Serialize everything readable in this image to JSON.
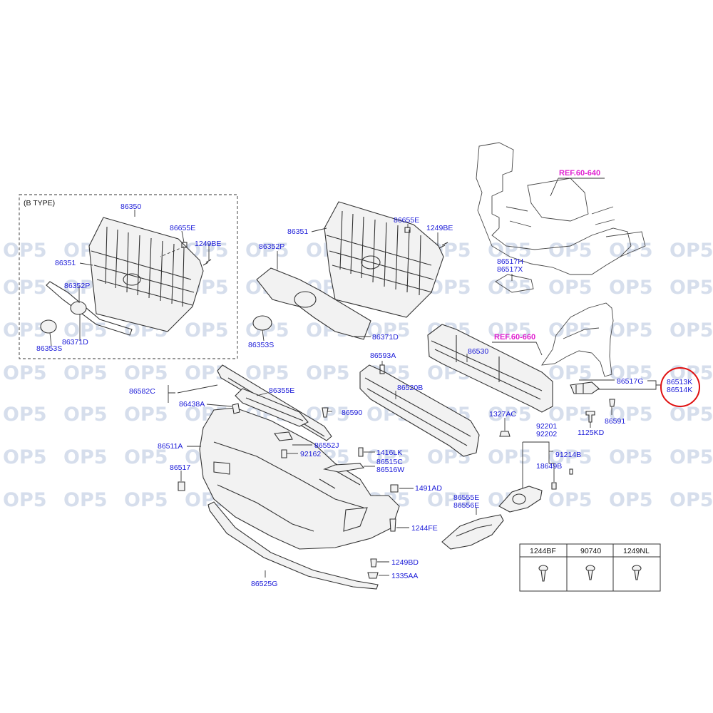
{
  "watermark": {
    "text": "OP5"
  },
  "b_type": {
    "title": "(B TYPE)",
    "labels": {
      "p86350": "86350",
      "p86655E": "86655E",
      "p1249BE": "1249BE",
      "p86351": "86351",
      "p86352P": "86352P",
      "p86371D": "86371D",
      "p86353S": "86353S"
    }
  },
  "labels": {
    "p86351": "86351",
    "p86655E": "86655E",
    "p1249BE": "1249BE",
    "p86352P": "86352P",
    "p86371D": "86371D",
    "p86353S": "86353S",
    "p86517H": "86517H",
    "p86517X": "86517X",
    "p86530": "86530",
    "p86593A": "86593A",
    "p86520B": "86520B",
    "p86582C": "86582C",
    "p86355E": "86355E",
    "p86438A": "86438A",
    "p86590": "86590",
    "p86511A": "86511A",
    "p86552J": "86552J",
    "p92162": "92162",
    "p1416LK": "1416LK",
    "p86515C": "86515C",
    "p86516W": "86516W",
    "p86517": "86517",
    "p1491AD": "1491AD",
    "p86555E": "86555E",
    "p86556E": "86556E",
    "p1244FE": "1244FE",
    "p1249BD": "1249BD",
    "p1335AA": "1335AA",
    "p86525G": "86525G",
    "p1327AC": "1327AC",
    "p92201": "92201",
    "p92202": "92202",
    "p91214B": "91214B",
    "p18649B": "18649B",
    "p86517G": "86517G",
    "p86513K": "86513K",
    "p86514K": "86514K",
    "p86591": "86591",
    "p1125KD": "1125KD"
  },
  "refs": {
    "ref1": "REF.60-640",
    "ref2": "REF.60-660"
  },
  "fastener_table": {
    "headers": [
      "1244BF",
      "90740",
      "1249NL"
    ]
  },
  "highlight": {
    "color": "#e01010"
  }
}
